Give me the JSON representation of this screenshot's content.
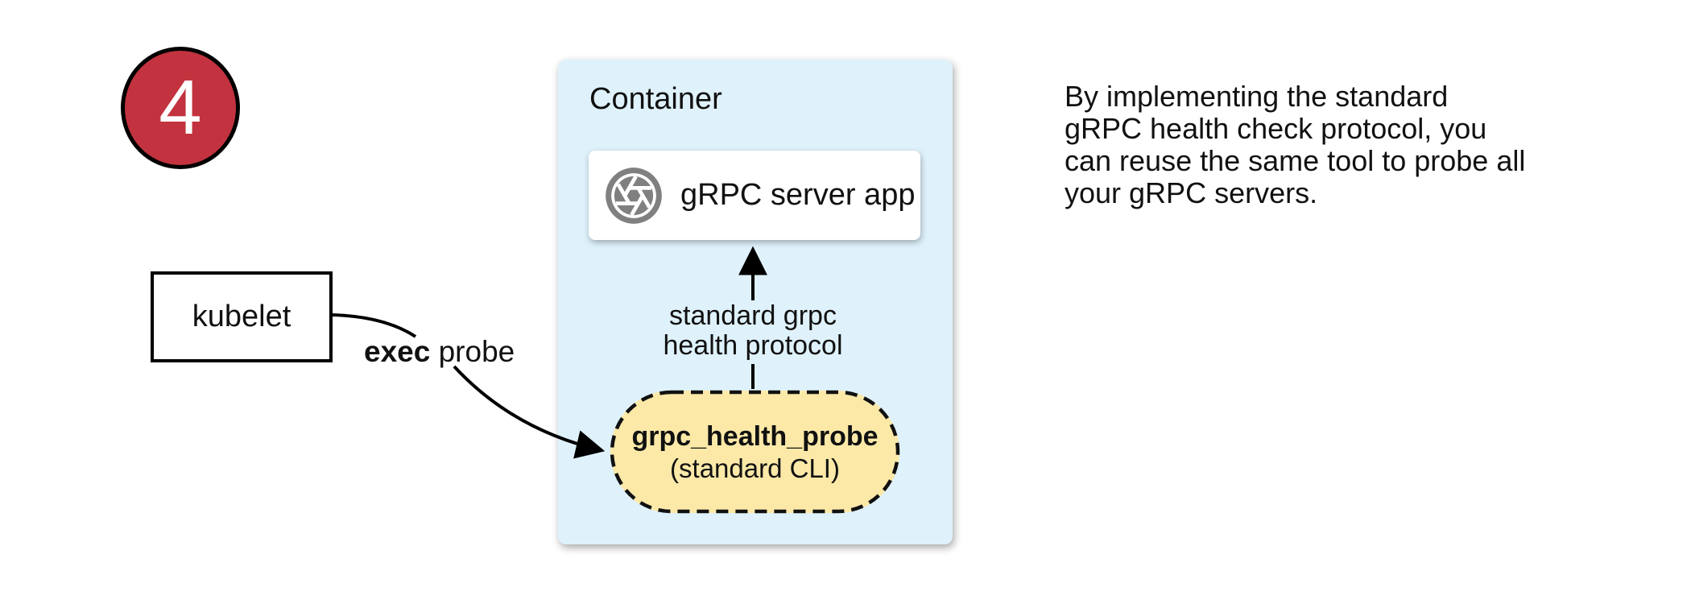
{
  "palette": {
    "badge_red": "#c2333f",
    "container_blue": "#dff2fb",
    "pill_yellow": "#fce9a8",
    "icon_gray": "#808080"
  },
  "badge": {
    "number": "4"
  },
  "kubelet": {
    "label": "kubelet"
  },
  "exec_probe": {
    "bold": "exec",
    "rest": " probe"
  },
  "container": {
    "label": "Container",
    "server_box": {
      "label": "gRPC server app",
      "icon": "aperture-icon"
    },
    "protocol_arrow_label": {
      "lines": [
        "standard grpc",
        "health protocol"
      ]
    },
    "probe_pill": {
      "title": "grpc_health_probe",
      "subtitle": "(standard CLI)"
    }
  },
  "caption": {
    "lines": [
      "By implementing the standard",
      "gRPC health check protocol, you",
      "can reuse the same tool to probe all",
      "your gRPC servers."
    ]
  }
}
